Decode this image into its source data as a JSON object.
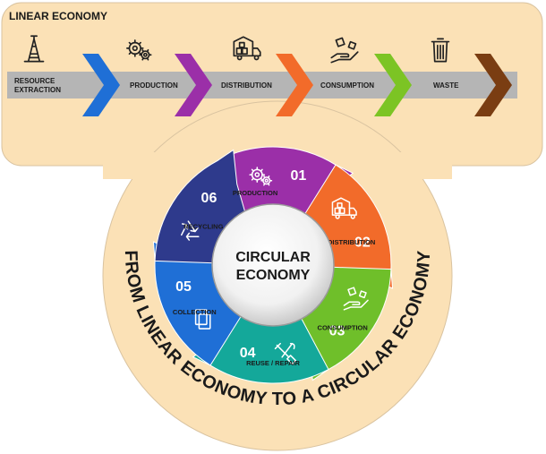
{
  "linear": {
    "title": "LINEAR ECONOMY",
    "steps": [
      {
        "label_lines": [
          "RESOURCE",
          "EXTRACTION"
        ],
        "icon": "oil-rig-icon",
        "arrow_color": "#1f6fd6"
      },
      {
        "label_lines": [
          "PRODUCTION"
        ],
        "icon": "gears-icon",
        "arrow_color": "#9b2fa8"
      },
      {
        "label_lines": [
          "DISTRIBUTION"
        ],
        "icon": "truck-icon",
        "arrow_color": "#f26b2a"
      },
      {
        "label_lines": [
          "CONSUMPTION"
        ],
        "icon": "hand-boxes-icon",
        "arrow_color": "#7cc424"
      },
      {
        "label_lines": [
          "WASTE"
        ],
        "icon": "trash-can-icon",
        "arrow_color": "#7a3d12"
      }
    ]
  },
  "circular": {
    "center_lines": [
      "CIRCULAR",
      "ECONOMY"
    ],
    "stages": [
      {
        "number": "01",
        "label": "PRODUCTION",
        "color": "#9b2fa8",
        "icon": "gears-icon"
      },
      {
        "number": "02",
        "label": "DISTRIBUTION",
        "color": "#f26b2a",
        "icon": "truck-icon"
      },
      {
        "number": "03",
        "label": "CONSUMPTION",
        "color": "#6fbf2a",
        "icon": "hand-boxes-icon"
      },
      {
        "number": "04",
        "label": "REUSE / REPAIR",
        "color": "#14a89a",
        "icon": "repair-tools-icon"
      },
      {
        "number": "05",
        "label": "COLLECTION",
        "color": "#1f6fd6",
        "icon": "documents-icon"
      },
      {
        "number": "06",
        "label": "RECYCLING",
        "color": "#2e3a8c",
        "icon": "recycle-icon"
      }
    ]
  },
  "curved_title": "FROM LINEAR ECONOMY TO A CIRCULAR ECONOMY",
  "colors": {
    "background_panel": "#fbe1b6",
    "panel_border": "#d9c3a0",
    "arrow_band": "#b5b5b5"
  }
}
